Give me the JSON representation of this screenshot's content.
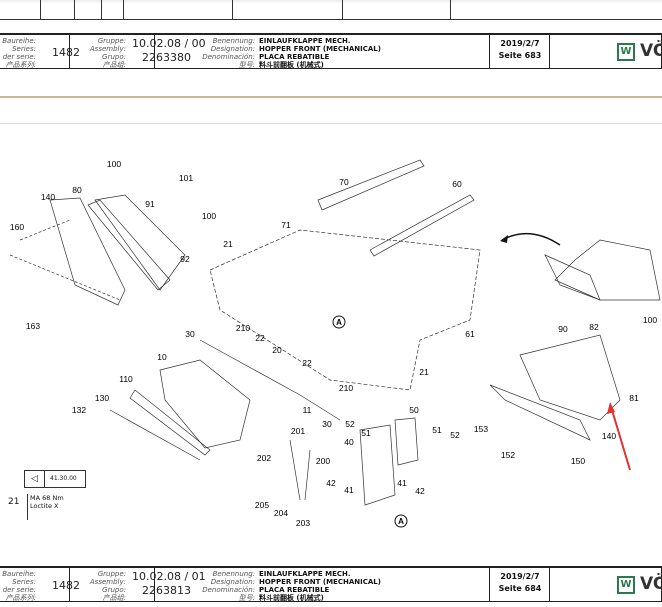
{
  "header_top": {
    "series_labels": [
      "Baureihe:",
      "Series:",
      "der serie:",
      "产品系列:"
    ],
    "series": "1482",
    "group_labels": [
      "Gruppe:",
      "Assembly:",
      "Grupo:",
      "产品组:"
    ],
    "assembly": "10.02.08 / 00",
    "grupo": "2263380",
    "name_labels": [
      "Benennung:",
      "Designation:",
      "Denominación:",
      "型号:"
    ],
    "names": [
      "EINLAUFKLAPPE MECH.",
      "HOPPER FRONT (MECHANICAL)",
      "PLACA REBATIBLE",
      "料斗前翻板 (机械式)"
    ],
    "date": "2019/2/7",
    "page": "Seite 683",
    "logo": "W",
    "brand": "VÖ"
  },
  "header_bottom": {
    "series_labels": [
      "Baureihe:",
      "Series:",
      "der serie:",
      "产品系列:"
    ],
    "series": "1482",
    "group_labels": [
      "Gruppe:",
      "Assembly:",
      "Grupo:",
      "产品组:"
    ],
    "assembly": "10.02.08 / 01",
    "grupo": "2263813",
    "name_labels": [
      "Benennung:",
      "Designation:",
      "Denominación:",
      "型号:"
    ],
    "names": [
      "EINLAUFKLAPPE MECH.",
      "HOPPER FRONT (MECHANICAL)",
      "PLACA REBATIBLE",
      "料斗前翻板 (机械式)"
    ],
    "date": "2019/2/7",
    "page": "Seite 684",
    "logo": "W",
    "brand": "VÖ"
  },
  "ref_box": {
    "icon": "eye-view-icon",
    "code": "41.30.00"
  },
  "torque": {
    "item": "21",
    "line1": "MA 68 Nm",
    "line2": "Loctite X"
  },
  "callouts": [
    "100",
    "101",
    "91",
    "100",
    "80",
    "140",
    "160",
    "92",
    "163",
    "70",
    "60",
    "71",
    "21",
    "A",
    "30",
    "210",
    "22",
    "20",
    "10",
    "22",
    "110",
    "130",
    "132",
    "210",
    "11",
    "30",
    "52",
    "50",
    "40",
    "51",
    "201",
    "202",
    "200",
    "42",
    "41",
    "41",
    "42",
    "205",
    "204",
    "203",
    "A",
    "61",
    "21",
    "51",
    "52",
    "90",
    "82",
    "100",
    "153",
    "81",
    "140",
    "152",
    "150"
  ],
  "colors": {
    "arrow": "#e53030",
    "logo": "#2a7a4a"
  }
}
